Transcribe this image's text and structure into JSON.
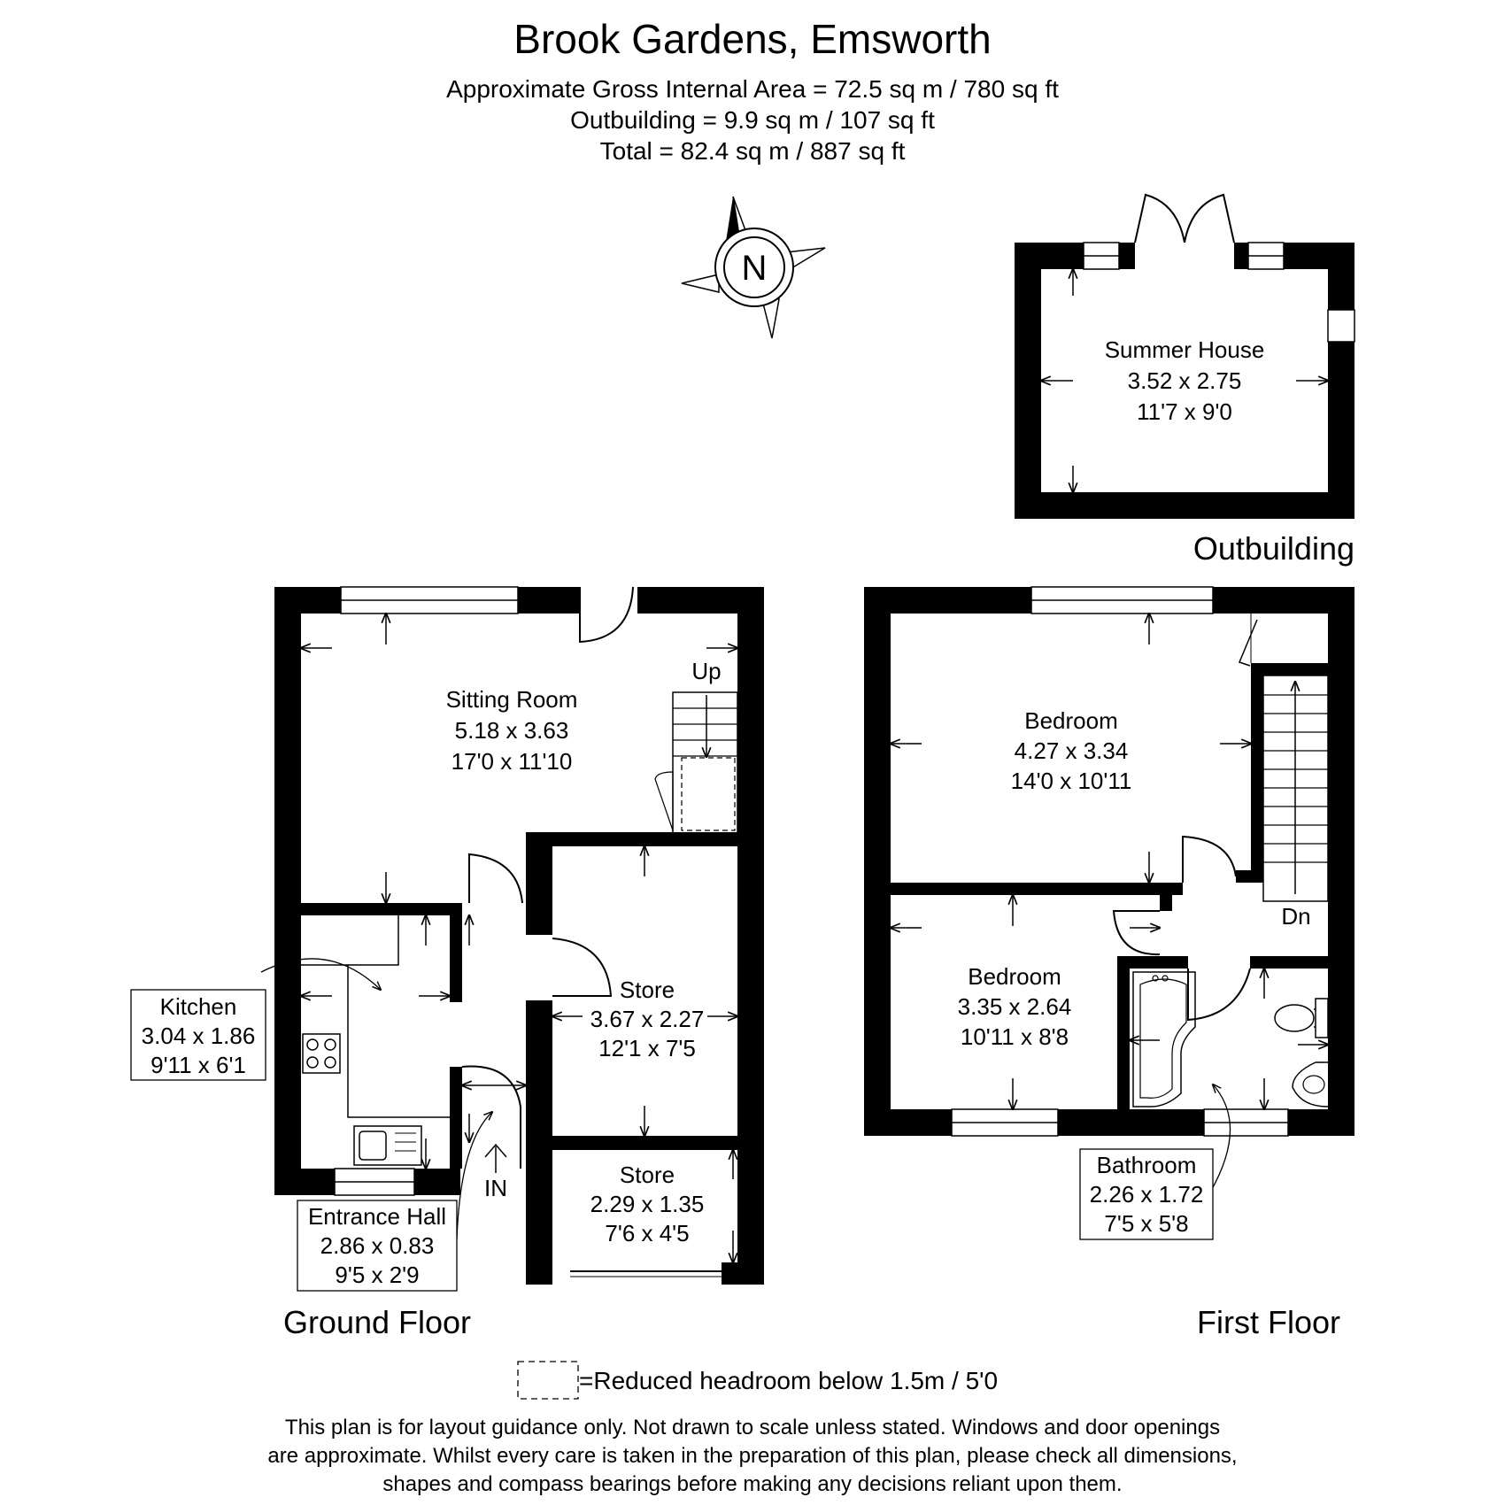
{
  "header": {
    "title": "Brook Gardens, Emsworth",
    "area_lines": [
      "Approximate Gross Internal Area = 72.5 sq m / 780 sq ft",
      "Outbuilding = 9.9 sq m / 107 sq ft",
      "Total = 82.4 sq m / 887 sq ft"
    ]
  },
  "compass": {
    "label": "N"
  },
  "floors": {
    "outbuilding": "Outbuilding",
    "ground": "Ground Floor",
    "first": "First Floor"
  },
  "rooms": {
    "summer_house": {
      "name": "Summer House",
      "metric": "3.52 x 2.75",
      "imperial": "11'7 x 9'0"
    },
    "sitting_room": {
      "name": "Sitting Room",
      "metric": "5.18 x 3.63",
      "imperial": "17'0 x 11'10"
    },
    "kitchen": {
      "name": "Kitchen",
      "metric": "3.04 x 1.86",
      "imperial": "9'11 x 6'1"
    },
    "entrance_hall": {
      "name": "Entrance Hall",
      "metric": "2.86 x 0.83",
      "imperial": "9'5 x 2'9"
    },
    "store_1": {
      "name": "Store",
      "metric": "3.67 x 2.27",
      "imperial": "12'1 x 7'5"
    },
    "store_2": {
      "name": "Store",
      "metric": "2.29 x 1.35",
      "imperial": "7'6 x 4'5"
    },
    "bedroom_1": {
      "name": "Bedroom",
      "metric": "4.27 x 3.34",
      "imperial": "14'0 x 10'11"
    },
    "bedroom_2": {
      "name": "Bedroom",
      "metric": "3.35 x 2.64",
      "imperial": "10'11 x 8'8"
    },
    "bathroom": {
      "name": "Bathroom",
      "metric": "2.26 x 1.72",
      "imperial": "7'5 x 5'8"
    }
  },
  "stairs": {
    "up": "Up",
    "down": "Dn"
  },
  "entry": {
    "label": "IN"
  },
  "legend": {
    "reduced_headroom": "=Reduced headroom below 1.5m / 5'0"
  },
  "disclaimer": [
    "This plan is for layout guidance only. Not drawn to scale unless stated. Windows and door openings",
    "are approximate. Whilst every care is taken in the preparation of this plan, please check all dimensions,",
    "shapes and compass bearings before making any decisions reliant upon them."
  ]
}
